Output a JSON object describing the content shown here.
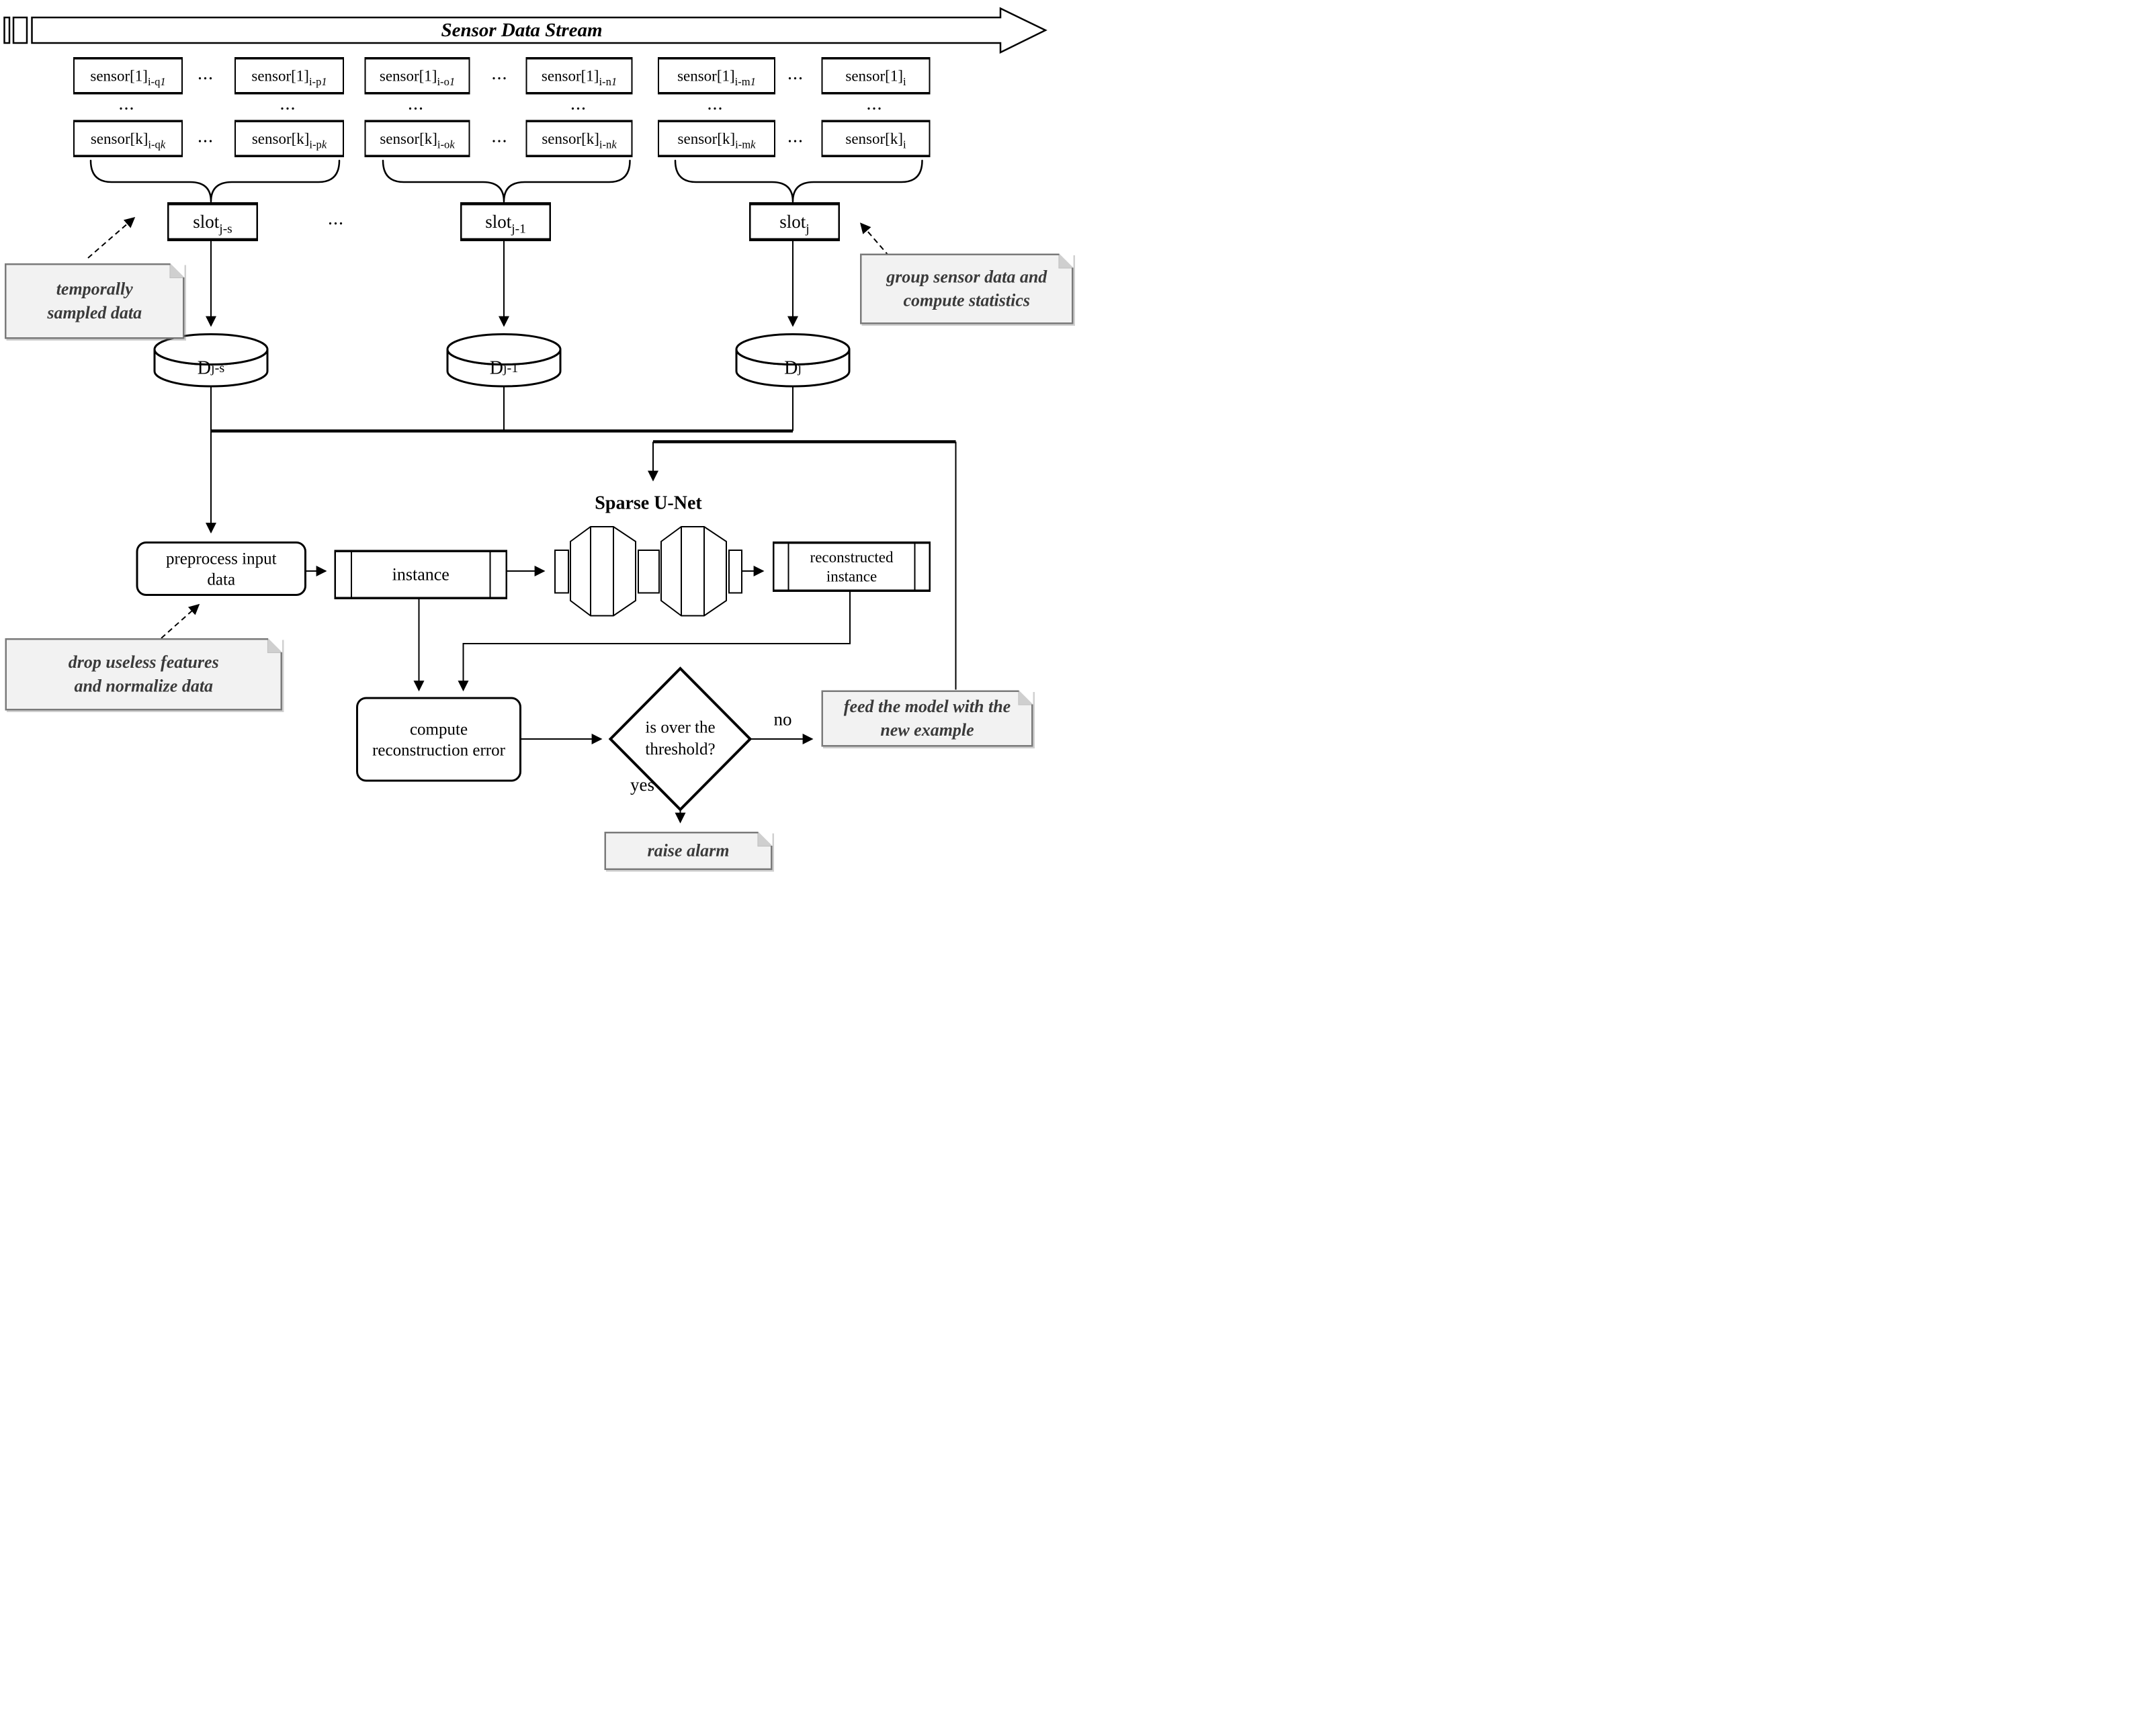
{
  "stream": {
    "title": "Sensor Data Stream"
  },
  "sensors": {
    "ellipsis": "...",
    "row1": [
      {
        "base": "sensor[1]",
        "sub": "i-q",
        "var": "1"
      },
      {
        "base": "sensor[1]",
        "sub": "i-p",
        "var": "1"
      },
      {
        "base": "sensor[1]",
        "sub": "i-o",
        "var": "1"
      },
      {
        "base": "sensor[1]",
        "sub": "i-n",
        "var": "1"
      },
      {
        "base": "sensor[1]",
        "sub": "i-m",
        "var": "1"
      },
      {
        "base": "sensor[1]",
        "sub": "i",
        "var": ""
      }
    ],
    "row2": [
      {
        "base": "sensor[k]",
        "sub": "i-q",
        "var": "k"
      },
      {
        "base": "sensor[k]",
        "sub": "i-p",
        "var": "k"
      },
      {
        "base": "sensor[k]",
        "sub": "i-o",
        "var": "k"
      },
      {
        "base": "sensor[k]",
        "sub": "i-n",
        "var": "k"
      },
      {
        "base": "sensor[k]",
        "sub": "i-m",
        "var": "k"
      },
      {
        "base": "sensor[k]",
        "sub": "i",
        "var": ""
      }
    ]
  },
  "slots": [
    {
      "base": "slot",
      "sub": "j-s"
    },
    {
      "base": "slot",
      "sub": "j-1"
    },
    {
      "base": "slot",
      "sub": "j"
    }
  ],
  "databases": [
    {
      "base": "D",
      "sub": "j-s"
    },
    {
      "base": "D",
      "sub": "j-1"
    },
    {
      "base": "D",
      "sub": "j"
    }
  ],
  "pipeline": {
    "preprocess": {
      "line1": "preprocess input",
      "line2": "data"
    },
    "instance": {
      "label": "instance"
    },
    "unet": {
      "title": "Sparse U-Net"
    },
    "reconstructed": {
      "line1": "reconstructed",
      "line2": "instance"
    },
    "compute": {
      "line1": "compute",
      "line2": "reconstruction error"
    },
    "decision": {
      "line1": "is over the",
      "line2": "threshold?",
      "no": "no",
      "yes": "yes"
    }
  },
  "notes": {
    "temporal": {
      "line1": "temporally",
      "line2": "sampled data"
    },
    "group": {
      "line1": "group sensor data and",
      "line2": "compute statistics"
    },
    "drop": {
      "line1": "drop useless features",
      "line2": "and normalize data"
    },
    "feed": {
      "line1": "feed the model with the",
      "line2": "new example"
    },
    "alarm": {
      "line1": "raise alarm"
    }
  },
  "colors": {
    "ink": "#000000",
    "background": "#ffffff",
    "note_bg": "#f2f2f2",
    "note_border": "#7a7a7a",
    "note_text": "#3a3a3a"
  }
}
